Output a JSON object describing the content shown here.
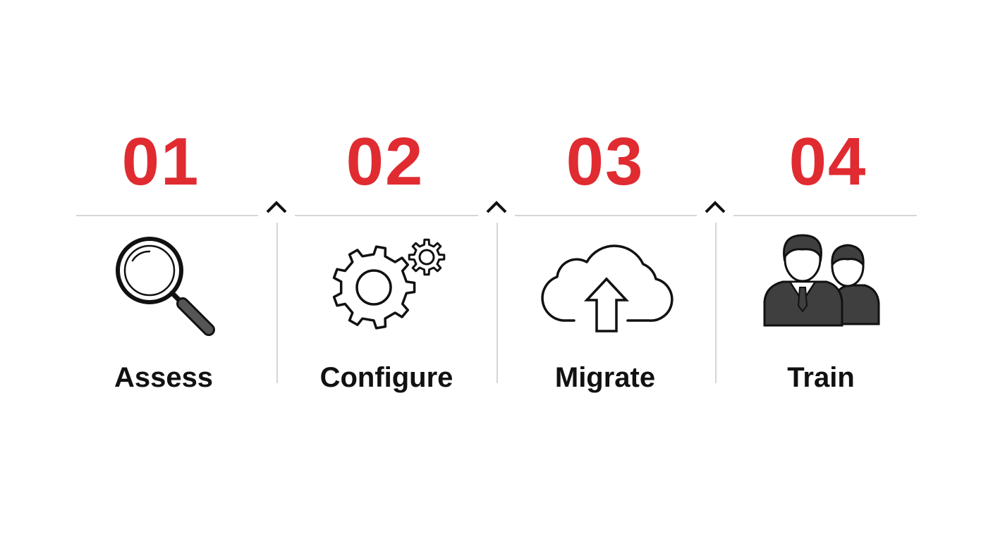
{
  "colors": {
    "accent": "#e02b31",
    "label": "#111111",
    "divider": "#d6d6d6",
    "icon_stroke": "#111111",
    "person_fill": "#3f3f3f"
  },
  "steps": [
    {
      "number": "01",
      "label": "Assess",
      "icon": "magnifying-glass-icon"
    },
    {
      "number": "02",
      "label": "Configure",
      "icon": "gears-icon"
    },
    {
      "number": "03",
      "label": "Migrate",
      "icon": "cloud-upload-icon"
    },
    {
      "number": "04",
      "label": "Train",
      "icon": "users-icon"
    }
  ],
  "separators": [
    {
      "icon": "chevron-up-icon"
    },
    {
      "icon": "chevron-up-icon"
    },
    {
      "icon": "chevron-up-icon"
    }
  ]
}
